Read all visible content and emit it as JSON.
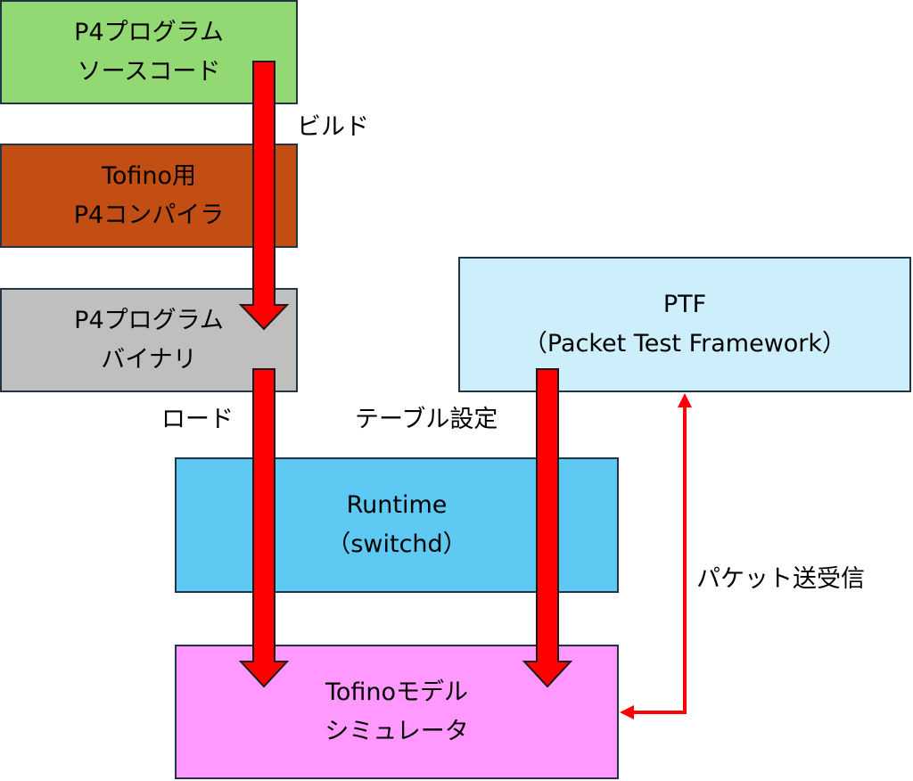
{
  "nodes": {
    "source": {
      "lines": [
        "P4プログラム",
        "ソースコード"
      ],
      "fill": "#92d873"
    },
    "compiler": {
      "lines": [
        "Tofino用",
        "P4コンパイラ"
      ],
      "fill": "#c24e14"
    },
    "binary": {
      "lines": [
        "P4プログラム",
        "バイナリ"
      ],
      "fill": "#bfbfbf"
    },
    "ptf": {
      "lines": [
        "PTF",
        "（Packet Test Framework）"
      ],
      "fill": "#cdeefb"
    },
    "runtime": {
      "lines": [
        "Runtime",
        "（switchd）"
      ],
      "fill": "#5ec9f2"
    },
    "model": {
      "lines": [
        "Tofinoモデル",
        "シミュレータ"
      ],
      "fill": "#ff99ff"
    }
  },
  "edges": {
    "build": {
      "label": "ビルド"
    },
    "load": {
      "label": "ロード"
    },
    "table_config": {
      "label": "テーブル設定"
    },
    "packet_io": {
      "label": "パケット送受信"
    }
  },
  "colors": {
    "arrow_fill": "#ff0000",
    "arrow_stroke": "#1a1a1a",
    "box_border": "#243447"
  }
}
